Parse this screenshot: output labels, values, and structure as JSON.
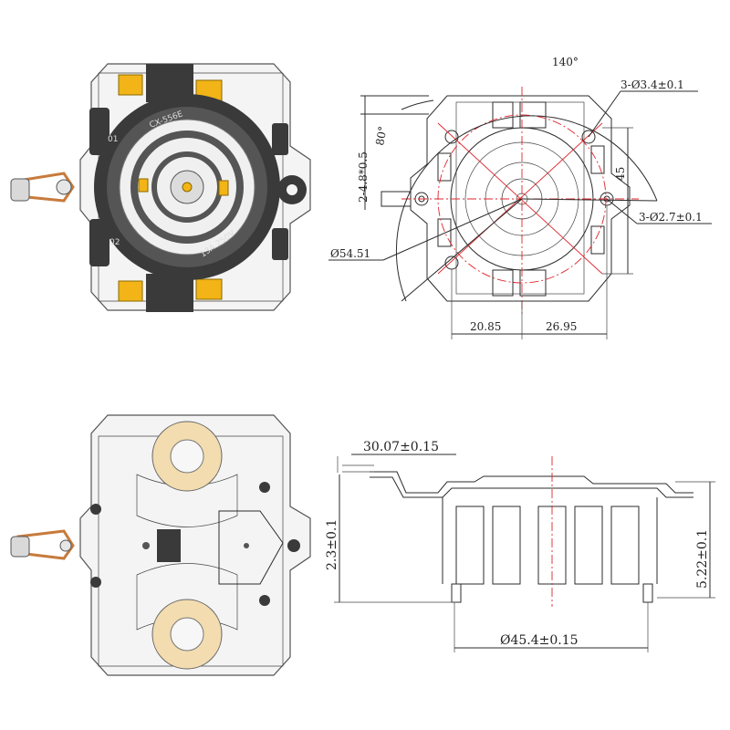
{
  "drawing": {
    "views": {
      "top": {
        "labels": {
          "housing_top": "CX-556E",
          "rating": "13A 250V",
          "code_left": "01",
          "code_right": "02"
        }
      },
      "dimensioned_top": {
        "angle_outer": "140°",
        "angle_inner": "80°",
        "holes_top": "3-Ø3.4±0.1",
        "holes_side": "3-Ø2.7±0.1",
        "pin_dia": "2-4.8*0.5",
        "diameter": "Ø54.51",
        "height_right": "45",
        "width_left": "20.85",
        "width_right": "26.95"
      },
      "side": {
        "top_offset": "30.07±0.15",
        "left_height": "2.3±0.1",
        "right_height": "5.22±0.1",
        "base_diameter": "Ø45.4±0.15"
      }
    },
    "colors": {
      "line": "#2b2b2b",
      "centerline": "#e0242b",
      "terminal": "#f2b416",
      "dark_body": "#3a3a3a",
      "copper": "#c77b3c"
    }
  }
}
